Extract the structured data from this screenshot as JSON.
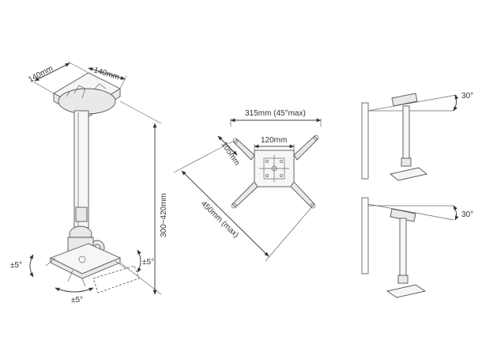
{
  "view1": {
    "dim_plate_a": "140mm",
    "dim_plate_b": "140mm",
    "dim_height": "300~420mm",
    "tilt_left": "±5°",
    "tilt_right": "±5°",
    "tilt_bottom": "±5°"
  },
  "view2": {
    "dim_arm_spread": "315mm (45°max)",
    "dim_inner": "120mm",
    "dim_arm_width": "105mm",
    "dim_diagonal": "450mm (max)"
  },
  "view3": {
    "angle_top": "30°",
    "angle_bottom": "30°"
  },
  "colors": {
    "line": "#444444",
    "background": "#ffffff"
  }
}
